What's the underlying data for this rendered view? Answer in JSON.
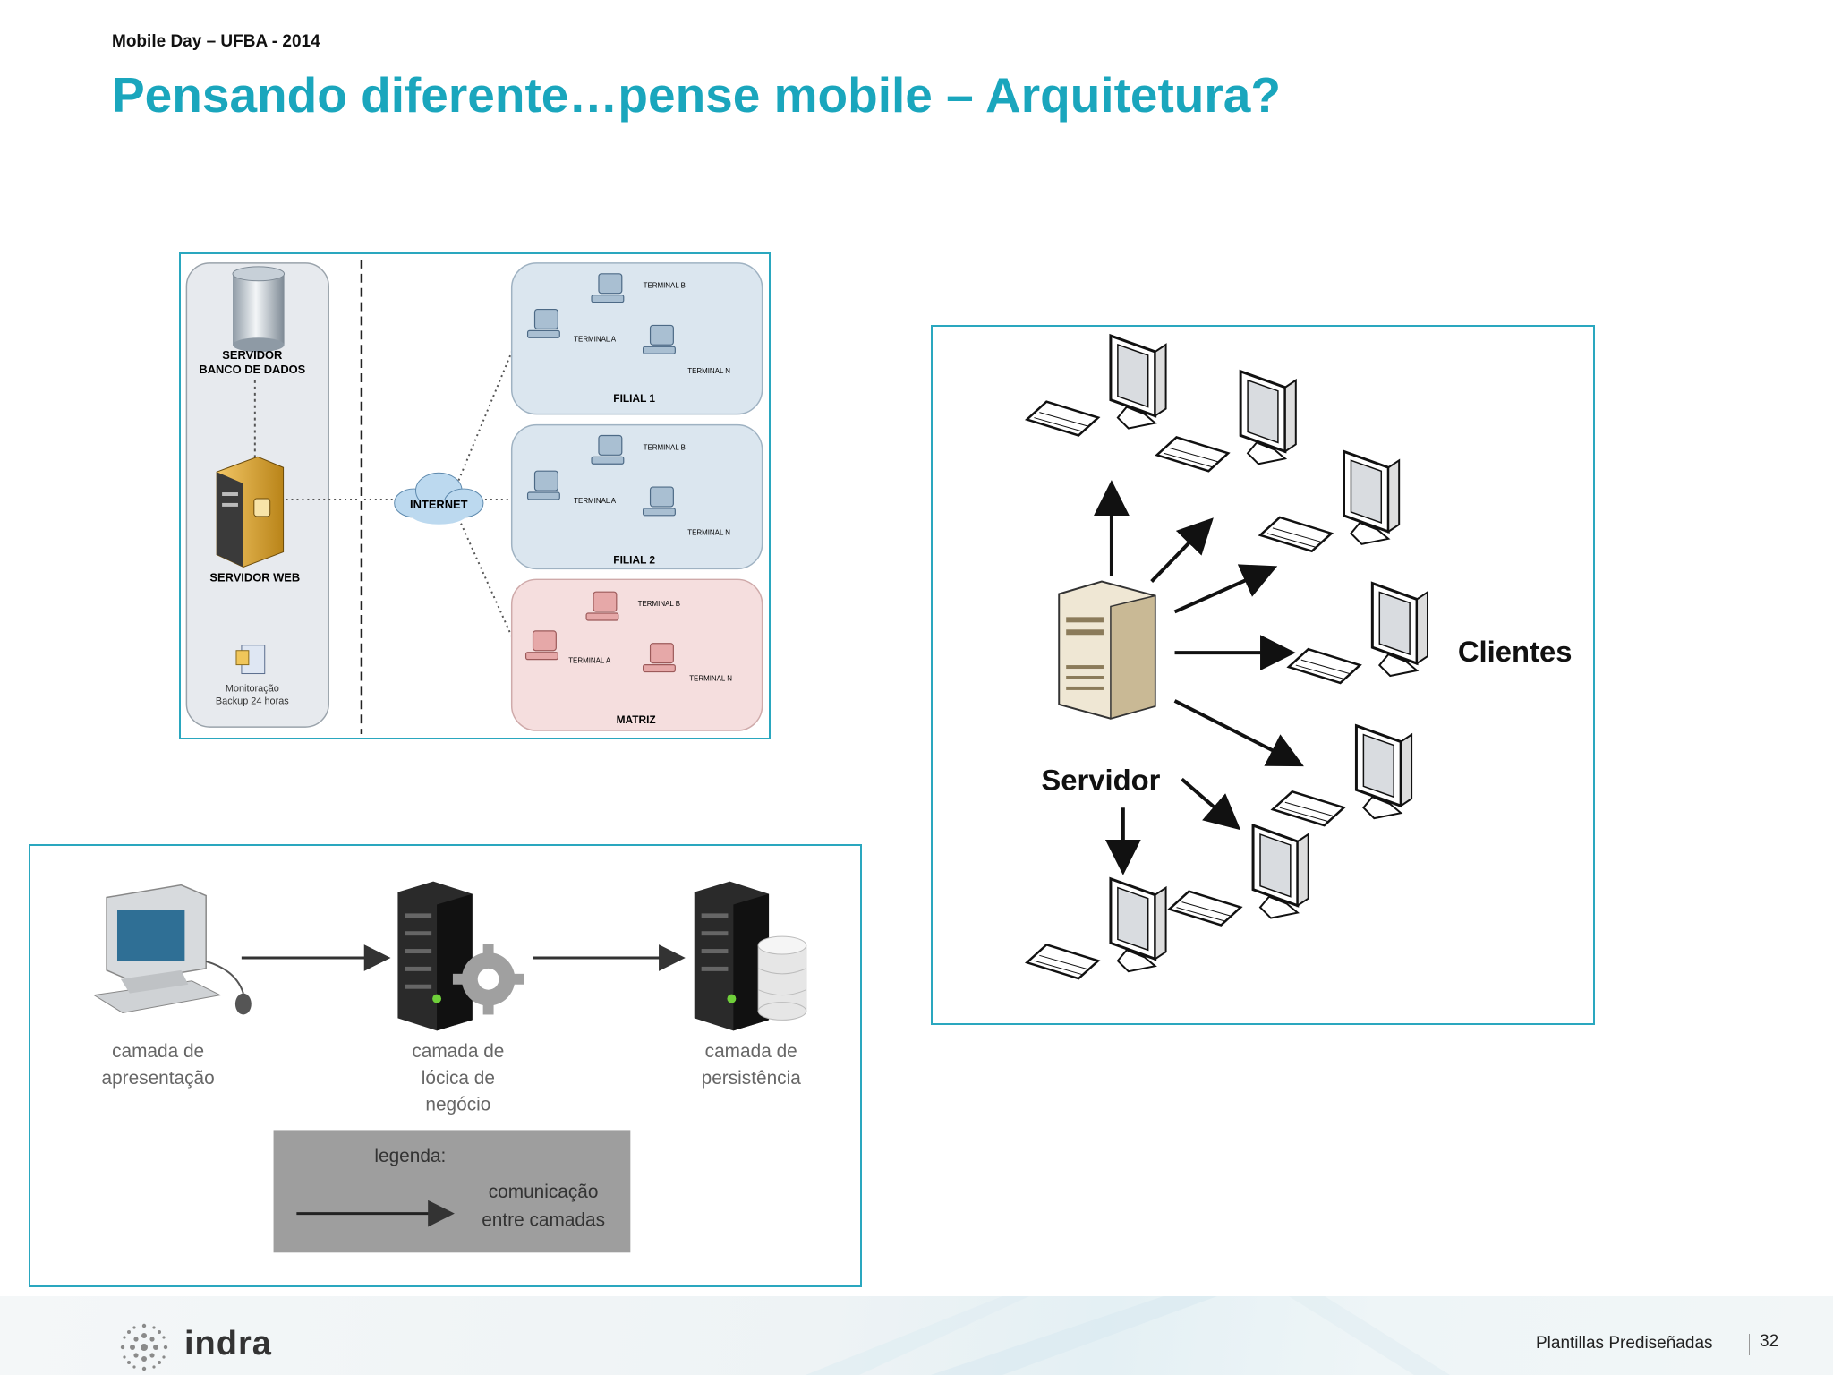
{
  "header": {
    "subtitle": "Mobile Day – UFBA - 2014",
    "title": "Pensando diferente…pense mobile – Arquitetura?"
  },
  "network_diagram": {
    "server_db_line1": "SERVIDOR",
    "server_db_line2": "BANCO DE DADOS",
    "server_web": "SERVIDOR WEB",
    "backup_line1": "Monitoração",
    "backup_line2": "Backup 24 horas",
    "internet": "INTERNET",
    "terminal_a": "TERMINAL A",
    "terminal_b": "TERMINAL B",
    "terminal_n": "TERMINAL N",
    "filial_1": "FILIAL 1",
    "filial_2": "FILIAL 2",
    "matriz": "MATRIZ"
  },
  "client_server_diagram": {
    "server_label": "Servidor",
    "clients_label": "Clientes"
  },
  "layers_diagram": {
    "presentation_line1": "camada de",
    "presentation_line2": "apresentação",
    "logic_line1": "camada de",
    "logic_line2": "lócica de",
    "logic_line3": "negócio",
    "persistence_line1": "camada de",
    "persistence_line2": "persistência",
    "legend_title": "legenda:",
    "legend_line1": "comunicação",
    "legend_line2": "entre camadas"
  },
  "footer": {
    "brand": "indra",
    "label": "Plantillas Prediseñadas",
    "page": "32"
  }
}
